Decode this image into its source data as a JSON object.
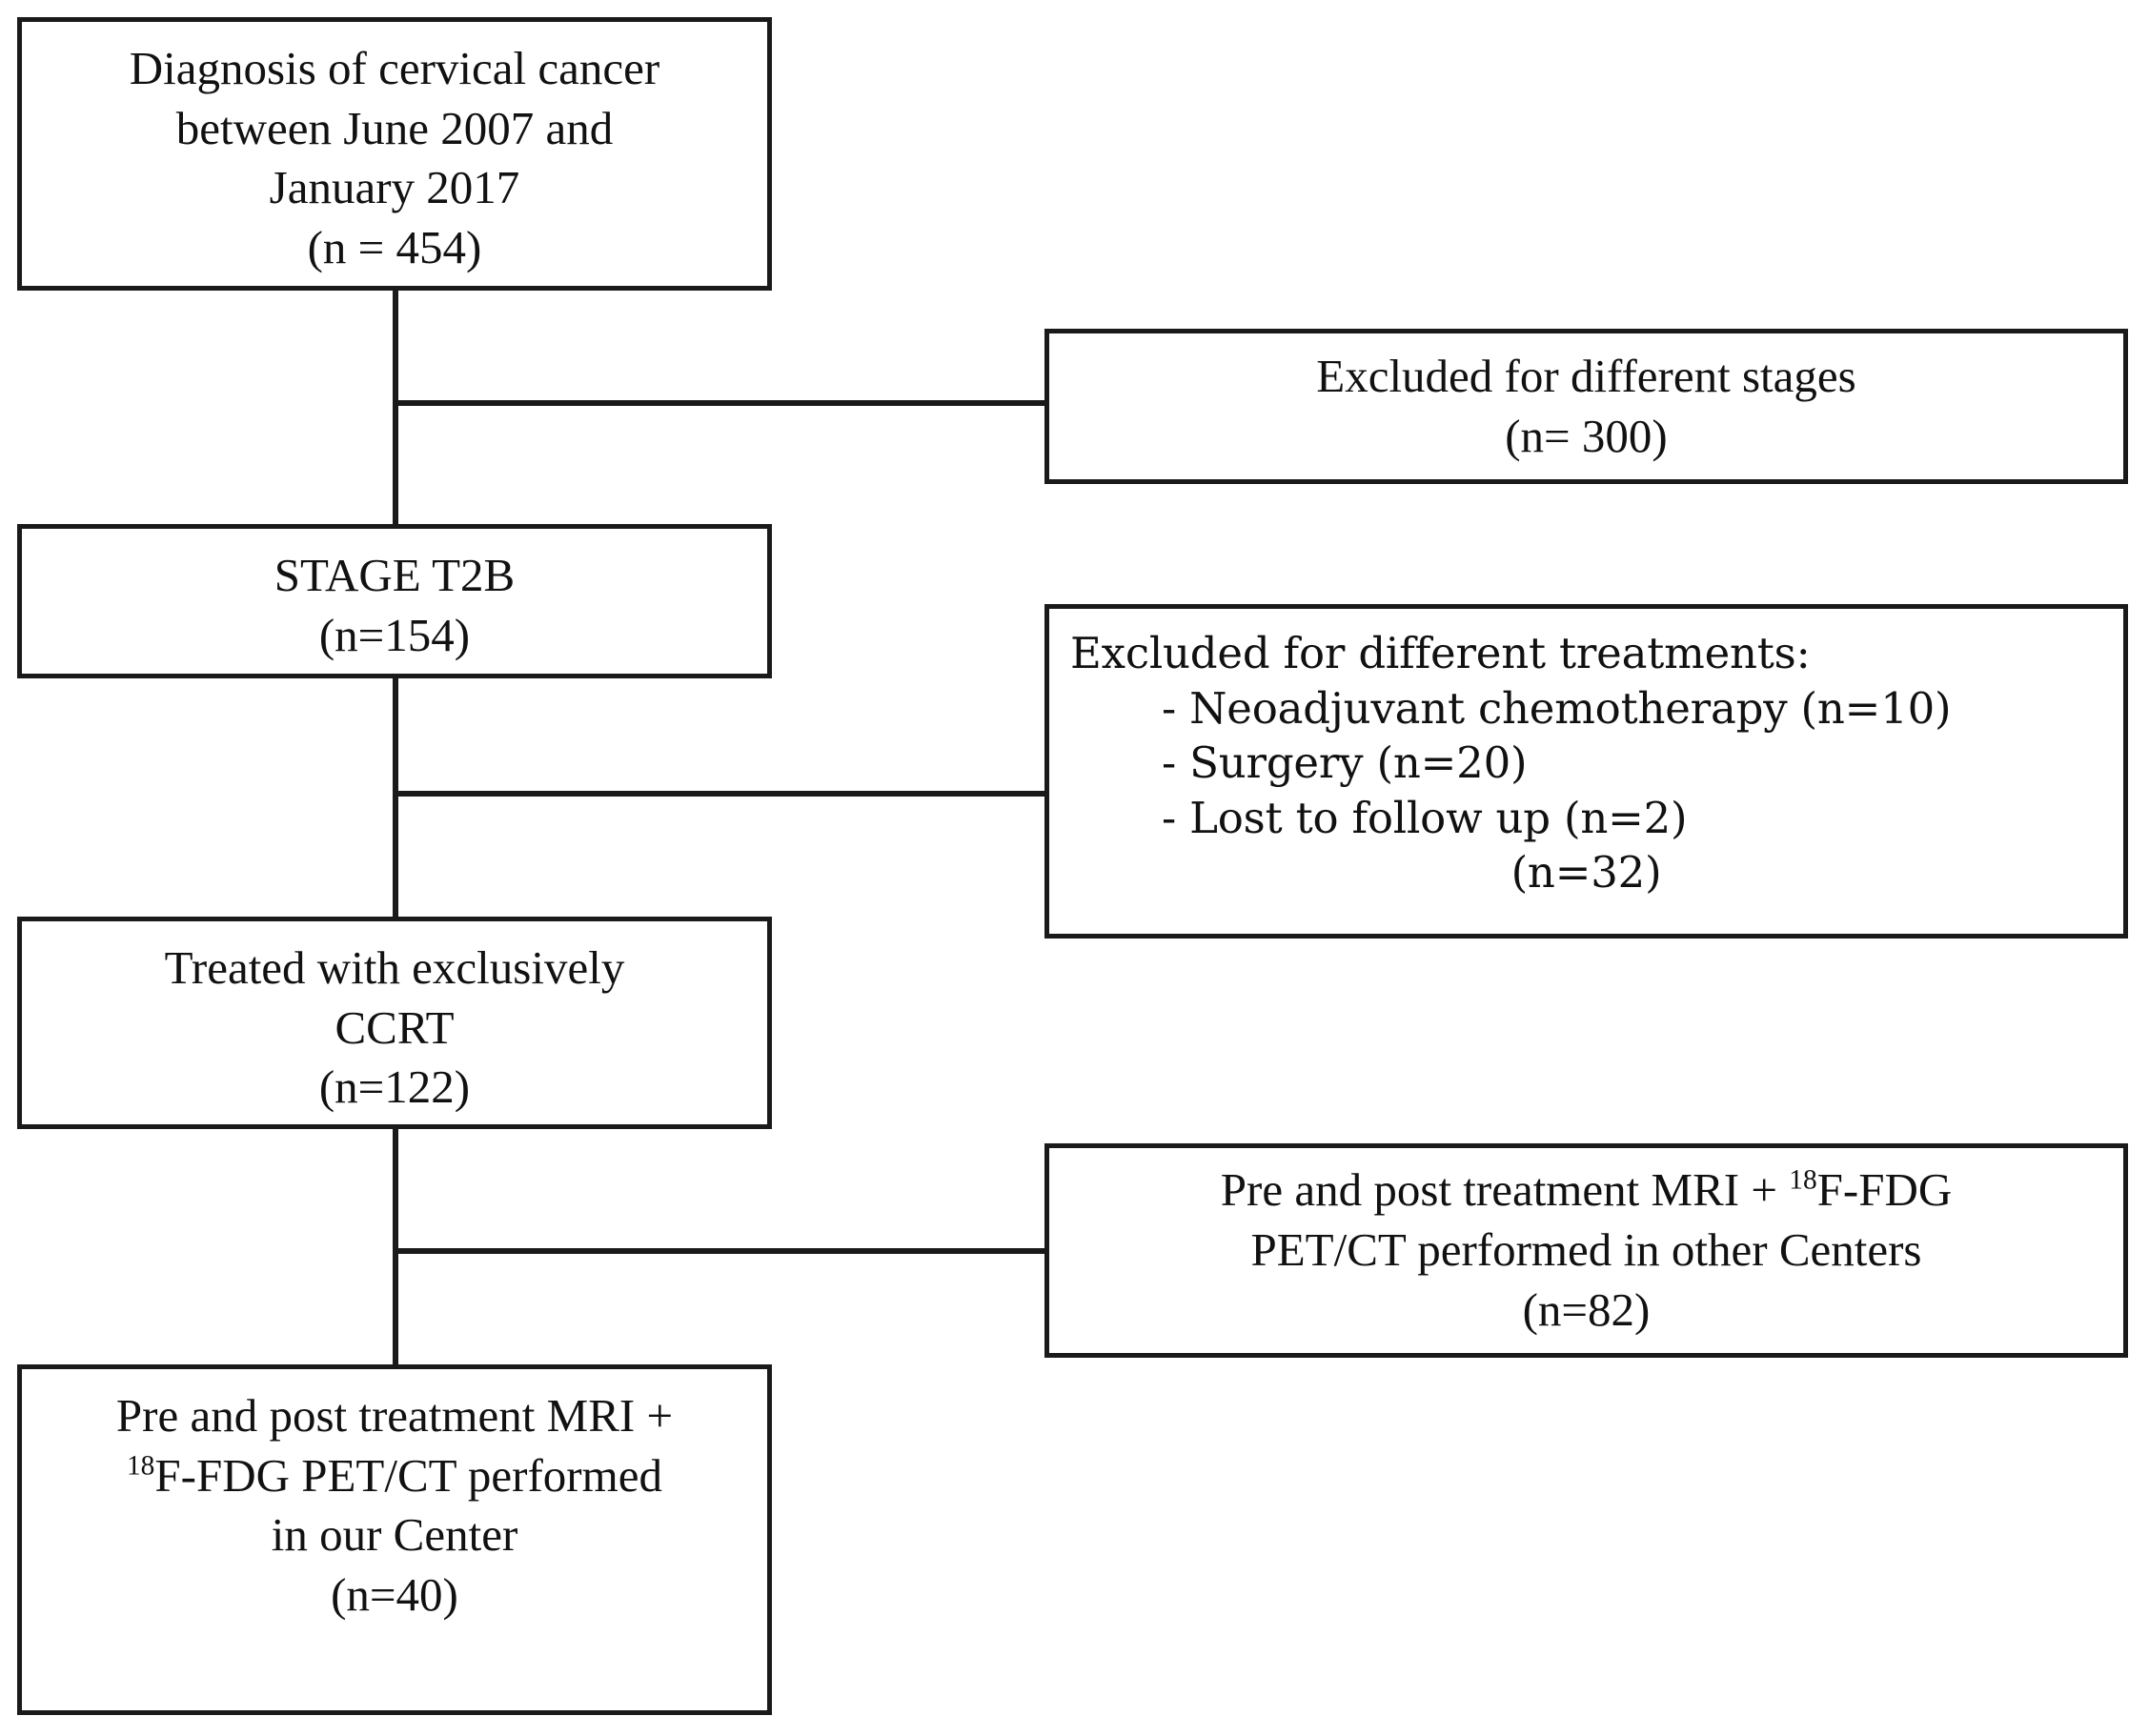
{
  "figure": {
    "type": "flowchart",
    "orientation": "top-to-bottom with right-side exclusion branches"
  },
  "nodes": {
    "diagnosis": {
      "line1": "Diagnosis of cervical cancer",
      "line2": "between June 2007 and",
      "line3": "January 2017",
      "line4": "(n = 454)"
    },
    "excluded_stages": {
      "line1": "Excluded for different stages",
      "line2": "(n= 300)"
    },
    "stage": {
      "line1": "STAGE T2B",
      "line2": "(n=154)"
    },
    "excluded_treatments": {
      "heading": "Excluded for different treatments:",
      "item1": "- Neoadjuvant chemotherapy (n=10)",
      "item2": "- Surgery (n=20)",
      "item3": "- Lost to follow up (n=2)",
      "total": "(n=32)"
    },
    "ccrt": {
      "line1": "Treated with exclusively",
      "line2": "CCRT",
      "line3": "(n=122)"
    },
    "other_centers": {
      "line1_a": "Pre and post treatment MRI + ",
      "line1_sup": "18",
      "line1_b": "F-FDG",
      "line2": "PET/CT performed in other Centers",
      "line3": "(n=82)"
    },
    "our_center": {
      "line1": "Pre and post treatment MRI +",
      "line2_sup": "18",
      "line2_b": "F-FDG PET/CT performed",
      "line3": "in our Center",
      "line4": "(n=40)"
    }
  },
  "colors": {
    "stroke": "#1a1a1a",
    "background": "#ffffff",
    "text": "#111111"
  }
}
